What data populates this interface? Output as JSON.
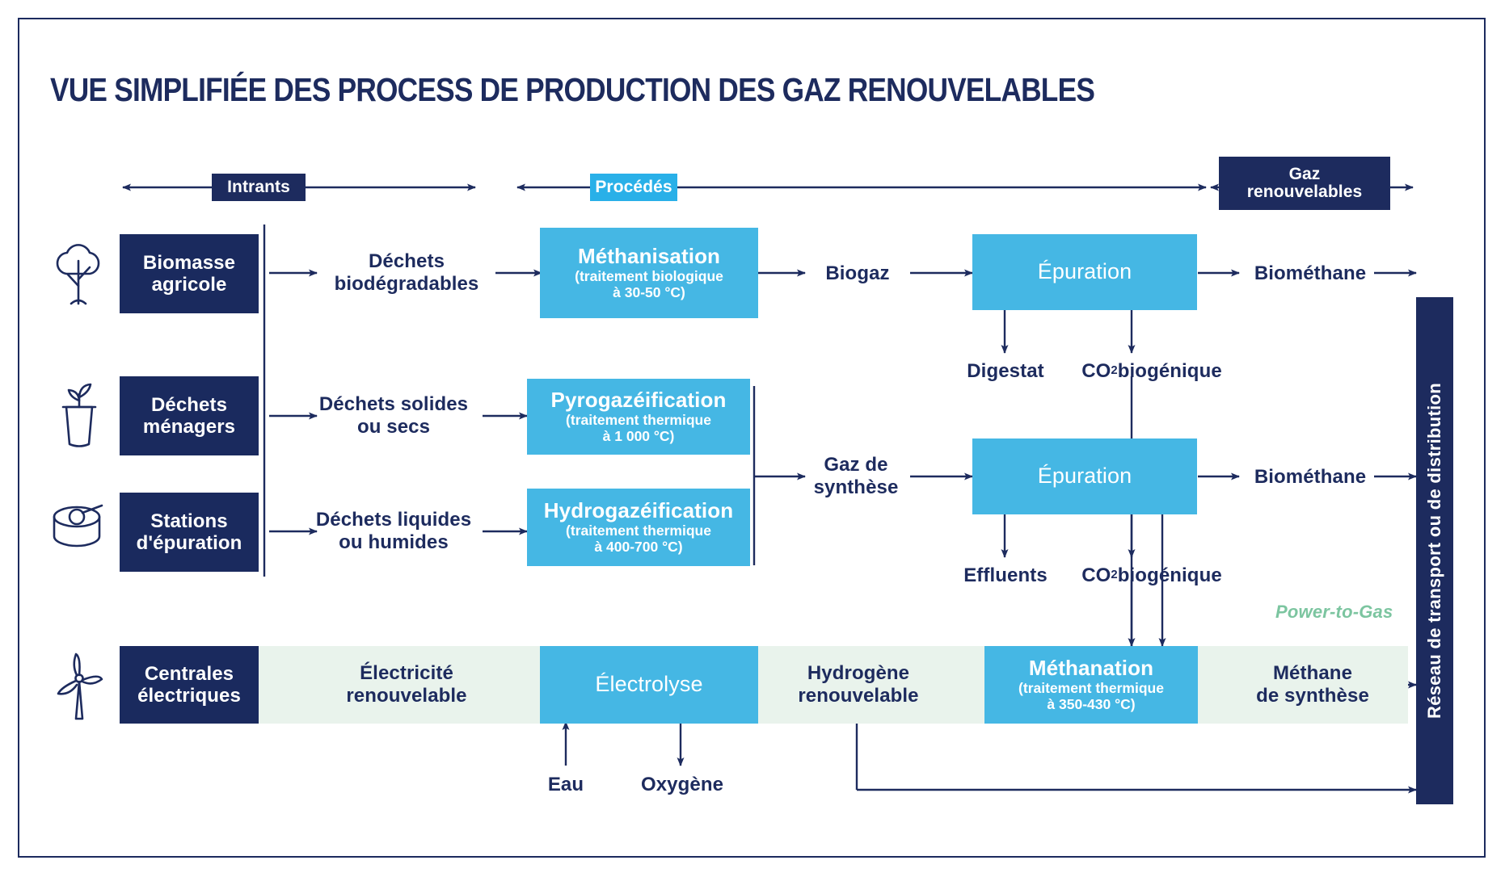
{
  "page": {
    "title": "VUE SIMPLIFIÉE DES PROCESS DE PRODUCTION DES GAZ RENOUVELABLES",
    "colors": {
      "navy": "#1d2b5e",
      "cyan": "#29b0e8",
      "process_blue": "#45b7e4",
      "power_to_gas_band": "#e9f3ec",
      "power_to_gas_text": "#7cc5a0",
      "background": "#ffffff"
    }
  },
  "header": {
    "bands": [
      {
        "label": "Intrants",
        "style": "navy"
      },
      {
        "label": "Procédés",
        "style": "cyan"
      },
      {
        "label": "Gaz\nrenouvelables",
        "line1": "Gaz",
        "line2": "renouvelables",
        "style": "navy"
      }
    ]
  },
  "inputs": [
    {
      "icon": "tree-icon",
      "line1": "Biomasse",
      "line2": "agricole"
    },
    {
      "icon": "organic-waste-icon",
      "line1": "Déchets",
      "line2": "ménagers"
    },
    {
      "icon": "water-treatment-icon",
      "line1": "Stations",
      "line2": "d'épuration"
    },
    {
      "icon": "wind-turbine-icon",
      "line1": "Centrales",
      "line2": "électriques"
    }
  ],
  "feedstocks": [
    {
      "line1": "Déchets",
      "line2": "biodégradables"
    },
    {
      "line1": "Déchets solides",
      "line2": "ou secs"
    },
    {
      "line1": "Déchets liquides",
      "line2": "ou humides"
    },
    {
      "line1": "Électricité",
      "line2": "renouvelable"
    }
  ],
  "processes": [
    {
      "name": "Méthanisation",
      "detail_line1": "(traitement biologique",
      "detail_line2": "à 30-50 °C)"
    },
    {
      "name": "Pyrogazéification",
      "detail_line1": "(traitement thermique",
      "detail_line2": "à 1 000 °C)"
    },
    {
      "name": "Hydrogazéification",
      "detail_line1": "(traitement thermique",
      "detail_line2": "à 400-700 °C)"
    },
    {
      "name": "Électrolyse",
      "detail_line1": "",
      "detail_line2": ""
    },
    {
      "name": "Méthanation",
      "detail_line1": "(traitement thermique",
      "detail_line2": "à 350-430 °C)"
    }
  ],
  "intermediates": {
    "biogaz": "Biogaz",
    "gaz_de_synthese_line1": "Gaz de",
    "gaz_de_synthese_line2": "synthèse",
    "hydrogene_line1": "Hydrogène",
    "hydrogene_line2": "renouvelable",
    "eau": "Eau",
    "oxygene": "Oxygène"
  },
  "purification": [
    {
      "name": "Épuration"
    },
    {
      "name": "Épuration"
    }
  ],
  "byproducts": {
    "digestat": "Digestat",
    "co2_biogenique_prefix": "CO",
    "co2_biogenique_sub": "2",
    "co2_biogenique_suffix": " biogénique",
    "effluents": "Effluents"
  },
  "outputs": [
    {
      "label": "Biométhane"
    },
    {
      "label": "Biométhane"
    },
    {
      "line1": "Méthane",
      "line2": "de synthèse"
    }
  ],
  "annotations": {
    "power_to_gas": "Power-to-Gas"
  },
  "network": {
    "label": "Réseau de transport ou de distribution"
  }
}
